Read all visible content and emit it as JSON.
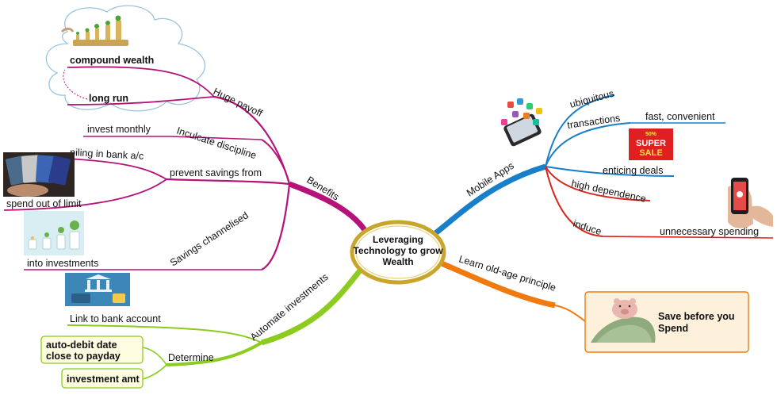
{
  "center": {
    "line1": "Leveraging",
    "line2": "Technology to grow",
    "line3": "Wealth"
  },
  "branches": {
    "benefits": {
      "label": "Benefits",
      "color": "#b5127a",
      "children": {
        "huge_payoff": {
          "label": "Huge payoff",
          "compound": "compound wealth",
          "long_run": "long run"
        },
        "inculcate": {
          "label": "Inculcate discipline",
          "child": "invest monthly"
        },
        "prevent": {
          "label": "prevent savings from",
          "child1": "piling in bank a/c",
          "child2": "spend out of limit"
        },
        "channelised": {
          "label": "Savings channelised",
          "child": "into investments"
        }
      }
    },
    "automate": {
      "label": "Automate investments",
      "color": "#8ccc1e",
      "children": {
        "link": "Link to bank account",
        "determine": {
          "label": "Determine",
          "child1_line1": "auto-debit date",
          "child1_line2": "close to payday",
          "child2": "investment amt"
        }
      }
    },
    "mobile": {
      "label": "Mobile Apps",
      "color": "#1a7fc9",
      "children": {
        "ubiquitous": "ubiquitous",
        "transactions": {
          "label": "transactions",
          "child": "fast, convenient"
        },
        "enticing": "enticing deals",
        "high_dependence": "high dependence",
        "induce": {
          "label": "induce",
          "child": "unnecessary spending"
        }
      }
    },
    "learn": {
      "label": "Learn old-age principle",
      "color": "#f07a10",
      "note_line1": "Save before you",
      "note_line2": "Spend"
    }
  },
  "image_text": {
    "sale_top": "50%",
    "sale_main1": "SUPER",
    "sale_main2": "SALE"
  },
  "icons": [
    "growing-coins-icon",
    "credit-cards-icon",
    "plant-savings-icon",
    "bank-transfer-icon",
    "smartphone-apps-icon",
    "super-sale-icon",
    "phone-shopping-icon",
    "piggy-bank-money-icon"
  ]
}
